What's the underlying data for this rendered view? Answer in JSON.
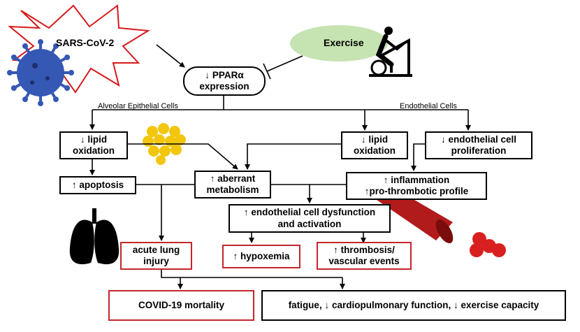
{
  "labels": {
    "virus": "SARS-CoV-2",
    "exercise": "Exercise",
    "ppar": "↓ PPARα\nexpression",
    "alveolar": "Alveolar Epithelial Cells",
    "endothelial": "Endothelial Cells",
    "lipid_left": "↓ lipid\noxidation",
    "lipid_right": "↓ lipid\noxidation",
    "endo_prolif": "↓ endothelial cell\nproliferation",
    "apoptosis": "↑ apoptosis",
    "aberrant": "↑ aberrant\nmetabolism",
    "inflammation": "↑ inflammation\n↑pro-thrombotic profile",
    "dysfunction": "↑ endothelial cell dysfunction\nand activation",
    "lung_injury": "acute lung\ninjury",
    "hypoxemia": "↑ hypoxemia",
    "thrombosis": "↑ thrombosis/\nvascular events",
    "mortality": "COVID-19 mortality",
    "fatigue": "fatigue, ↓ cardiopulmonary function, ↓ exercise capacity"
  },
  "colors": {
    "burst_fill": "#ffffff",
    "burst_stroke": "#d7191c",
    "exercise_fill": "#c6e3b2",
    "virus": "#3558b5",
    "lipid": "#f2c60d",
    "vessel": "#b21b1b",
    "rbc": "#d92020",
    "red_border": "#c1272d"
  },
  "icons": [
    "virus-icon",
    "cyclist-icon",
    "lipid-droplet-icon",
    "lungs-icon",
    "blood-vessel-icon",
    "red-blood-cells-icon"
  ]
}
